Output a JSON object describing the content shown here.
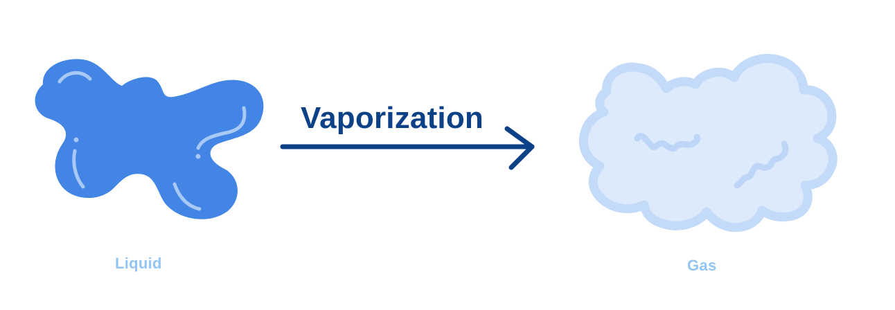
{
  "diagram": {
    "process_label": "Vaporization",
    "states": {
      "liquid": "Liquid",
      "gas": "Gas"
    }
  },
  "colors": {
    "liquid_fill": "#4285E4",
    "liquid_highlight": "#A8C9F5",
    "gas_fill": "#DCEAFB",
    "gas_outline": "#C3DAF9",
    "gas_swirl": "#BDD6F8",
    "label_light": "#93C5F3",
    "process_dark": "#0C4188"
  },
  "icons": {
    "liquid": "liquid-blob-icon",
    "gas": "gas-cloud-icon",
    "arrow": "arrow-right-icon"
  }
}
